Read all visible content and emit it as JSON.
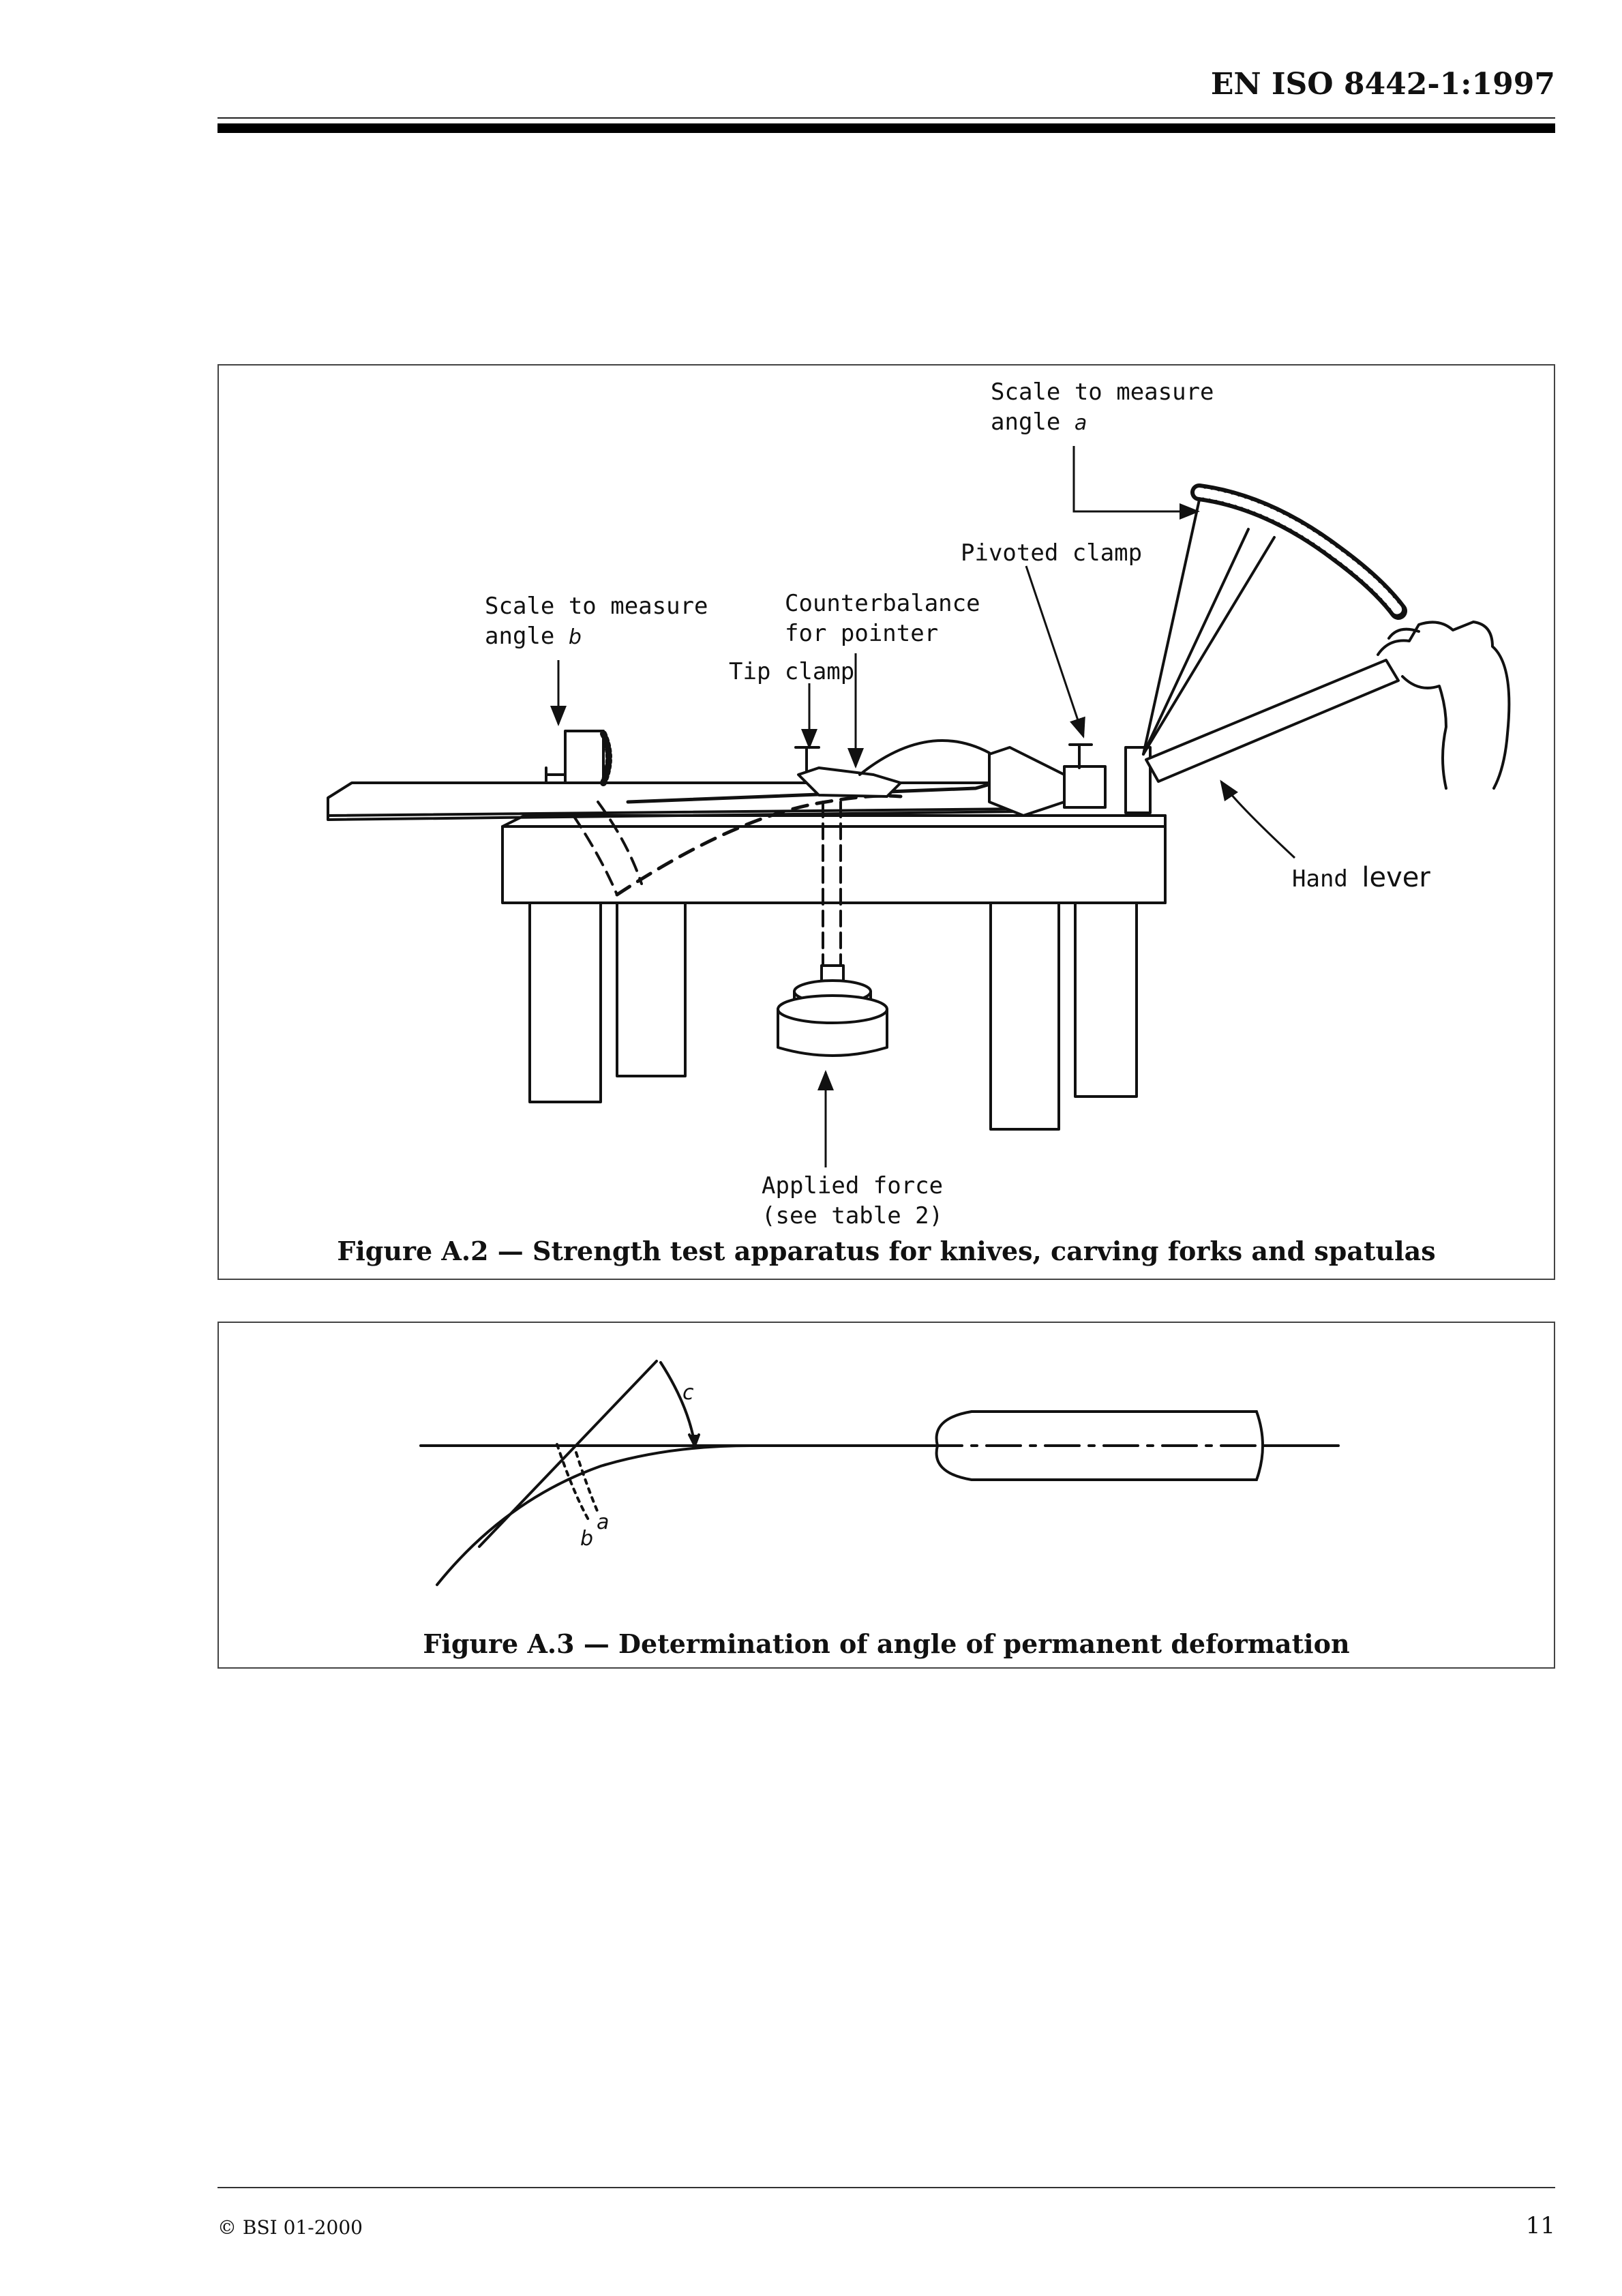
{
  "header": {
    "doc_id": "EN ISO 8442-1:1997"
  },
  "figure_a2": {
    "caption": "Figure A.2 — Strength test apparatus for knives, carving forks and spatulas",
    "labels": {
      "scale_a_line1": "Scale to measure",
      "scale_a_line2": "angle",
      "scale_a_var": "a",
      "pivoted_clamp": "Pivoted clamp",
      "scale_b_line1": "Scale to measure",
      "scale_b_line2": "angle",
      "scale_b_var": "b",
      "counterbalance_line1": "Counterbalance",
      "counterbalance_line2": "for pointer",
      "tip_clamp": "Tip clamp",
      "hand": "Hand",
      "lever": "lever",
      "applied_force_line1": "Applied force",
      "applied_force_line2": "(see table 2)"
    }
  },
  "figure_a3": {
    "caption": "Figure A.3 — Determination of angle of permanent deformation",
    "labels": {
      "c": "c",
      "a": "a",
      "b": "b"
    }
  },
  "footer": {
    "copyright": "© BSI 01-2000",
    "page_number": "11"
  }
}
